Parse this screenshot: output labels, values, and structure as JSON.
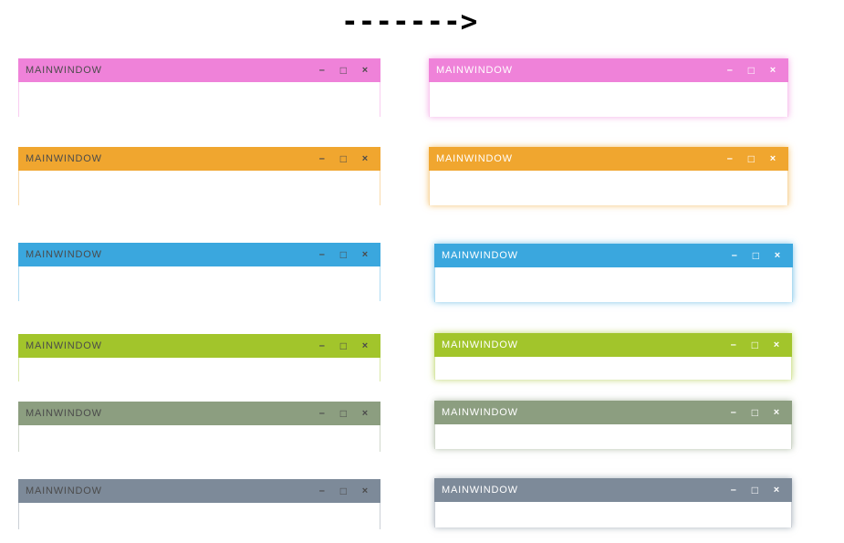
{
  "arrow": {
    "text": "------->"
  },
  "window": {
    "title": "MAINWINDOW",
    "controls": {
      "minimize": "–",
      "maximize": "□",
      "close": "×"
    }
  },
  "themes": [
    {
      "name": "pink",
      "color": "#EF82D9"
    },
    {
      "name": "orange",
      "color": "#F0A62F"
    },
    {
      "name": "blue",
      "color": "#3AA7DE"
    },
    {
      "name": "lime",
      "color": "#A2C52B"
    },
    {
      "name": "sage",
      "color": "#8C9E80"
    },
    {
      "name": "slate",
      "color": "#7D8A99"
    }
  ],
  "variants": {
    "before": {
      "fg": "#4B4B4B"
    },
    "after": {
      "fg": "#FFFFFF"
    }
  }
}
